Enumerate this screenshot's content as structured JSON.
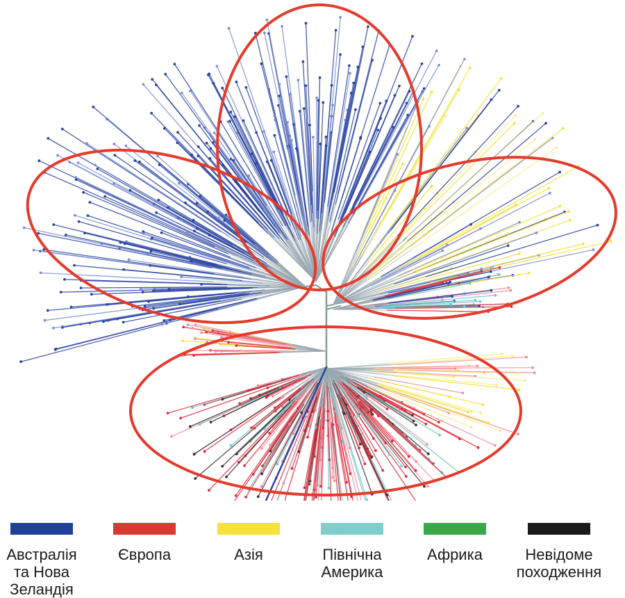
{
  "legend": [
    {
      "label": "Австралія\nта Нова\nЗеландія",
      "color": "#1f3f99",
      "icon": "swatch-australia-nz"
    },
    {
      "label": "Європа",
      "color": "#d63a32",
      "icon": "swatch-europe"
    },
    {
      "label": "Азія",
      "color": "#f5e13a",
      "icon": "swatch-asia"
    },
    {
      "label": "Північна\nАмерика",
      "color": "#7ecfcc",
      "icon": "swatch-north-america"
    },
    {
      "label": "Африка",
      "color": "#3aa84a",
      "icon": "swatch-africa"
    },
    {
      "label": "Невідоме\nпоходження",
      "color": "#1a1a1a",
      "icon": "swatch-unknown"
    }
  ],
  "colors": {
    "cluster_outline": "#e53a2c",
    "trunk": "#8a9a9a",
    "australia": "#2a44a0",
    "australia_light": "#7d8fd0",
    "europe": "#e02a3a",
    "europe_light": "#ef8fa0",
    "asia": "#f5e13a",
    "asia_light": "#f8ec8a",
    "north_america": "#6fc8c8",
    "unknown": "#333333"
  }
}
